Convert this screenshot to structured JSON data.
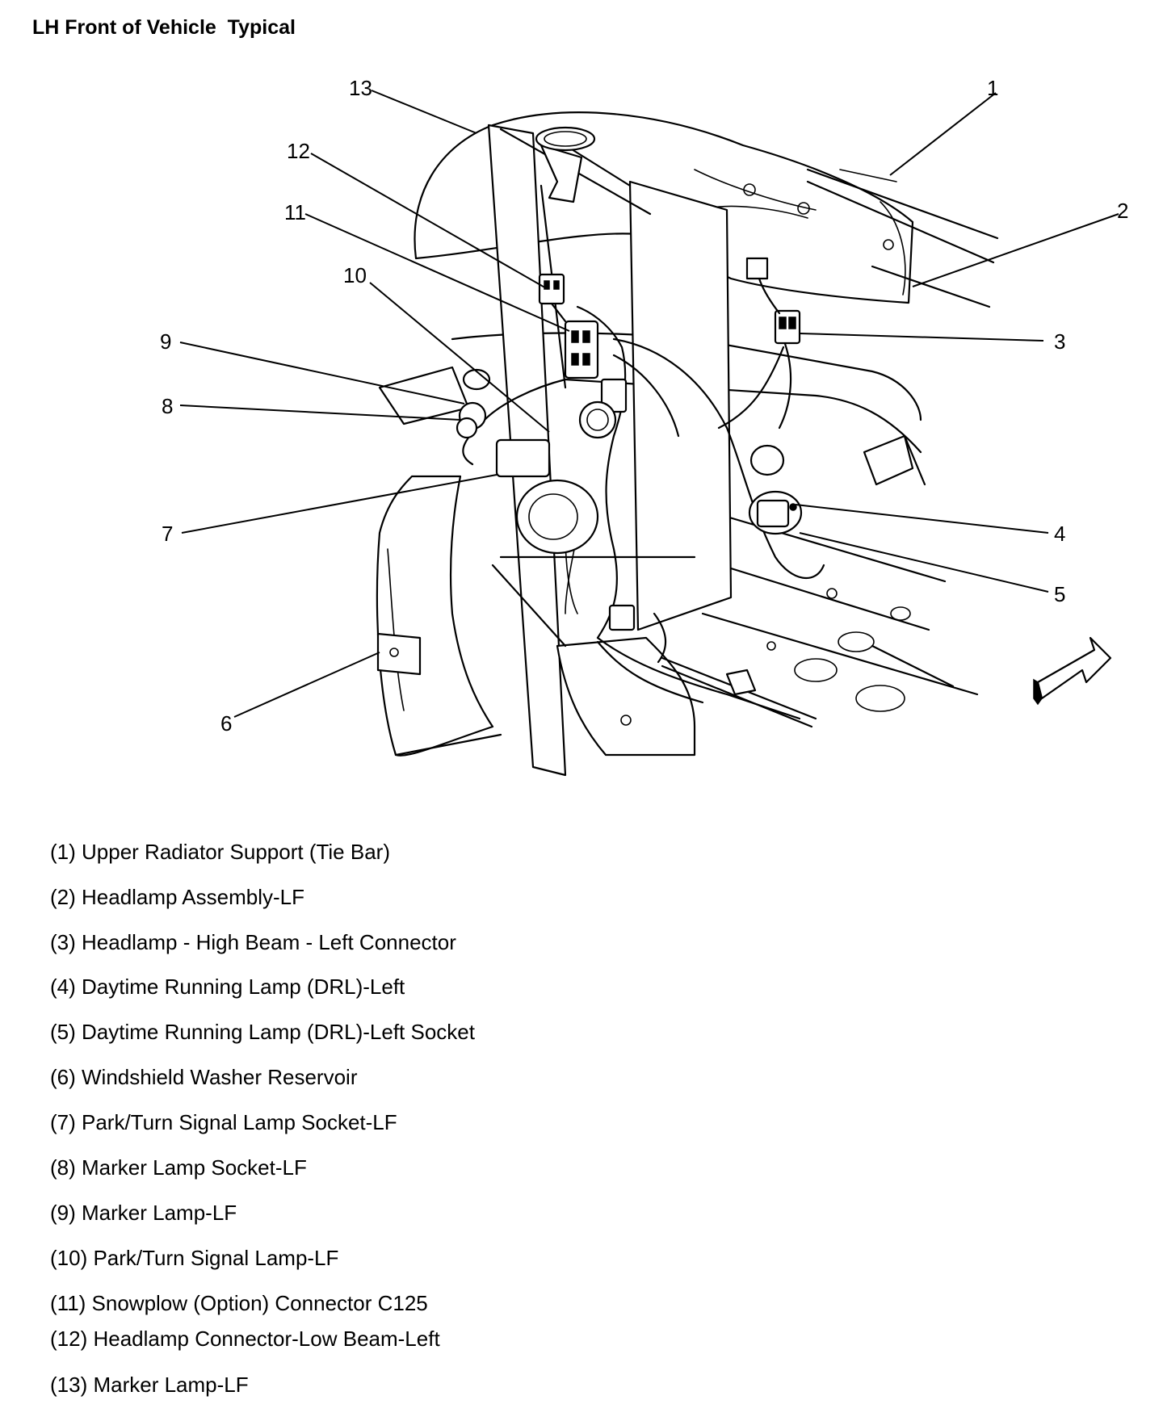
{
  "title": "LH Front of Vehicle  Typical",
  "callouts": [
    "1",
    "2",
    "3",
    "4",
    "5",
    "6",
    "7",
    "8",
    "9",
    "10",
    "11",
    "12",
    "13"
  ],
  "legend": [
    "(1) Upper Radiator Support (Tie Bar)",
    "(2) Headlamp Assembly-LF",
    "(3) Headlamp - High Beam - Left Connector",
    "(4) Daytime Running Lamp (DRL)-Left",
    "(5) Daytime Running Lamp (DRL)-Left Socket",
    "(6) Windshield Washer Reservoir",
    "(7) Park/Turn Signal Lamp Socket-LF",
    "(8) Marker Lamp Socket-LF",
    "(9) Marker Lamp-LF",
    "(10) Park/Turn Signal Lamp-LF",
    "(11) Snowplow (Option) Connector C125",
    "(12) Headlamp Connector-Low Beam-Left",
    "(13) Marker Lamp-LF"
  ]
}
